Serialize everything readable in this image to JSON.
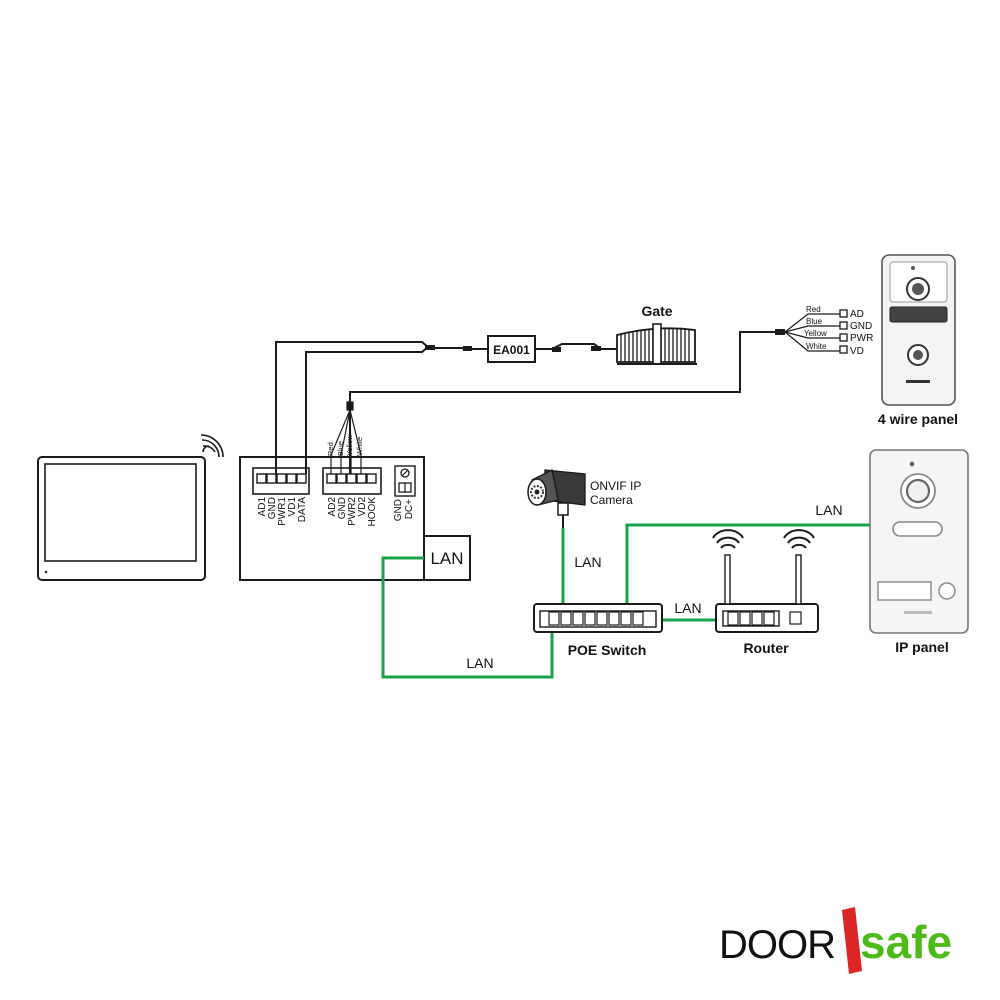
{
  "colors": {
    "lan_wire": "#16a34a",
    "wire": "#1a1a1a",
    "brand_red": "#dc2626",
    "brand_green": "#4cbb17",
    "brand_dark": "#1a1a1a"
  },
  "gate": {
    "label": "Gate"
  },
  "ea001": {
    "label": "EA001"
  },
  "four_wire_panel": {
    "label": "4 wire panel",
    "wires": [
      "Red",
      "Blue",
      "Yellow",
      "White"
    ],
    "pins": [
      "AD",
      "GND",
      "PWR",
      "VD"
    ]
  },
  "controller": {
    "left_terminals": [
      "AD1",
      "GND",
      "PWR1",
      "VD1",
      "DATA"
    ],
    "right_terminals": [
      "AD2",
      "GND",
      "PWR2",
      "VD2",
      "HOOK"
    ],
    "wire_colors": [
      "Red",
      "Blue",
      "Yellow",
      "White"
    ],
    "power_terminals": [
      "GND",
      "DC+"
    ],
    "lan_port": "LAN"
  },
  "camera": {
    "label_line1": "ONVIF IP",
    "label_line2": "Camera"
  },
  "poe_switch": {
    "label": "POE Switch"
  },
  "router": {
    "label": "Router"
  },
  "ip_panel": {
    "label": "IP panel"
  },
  "lan_labels": {
    "camera_link": "LAN",
    "controller_link": "LAN",
    "router_link": "LAN",
    "ip_panel_link": "LAN"
  },
  "brand": {
    "part1": "DOOR",
    "part2": "safe"
  }
}
